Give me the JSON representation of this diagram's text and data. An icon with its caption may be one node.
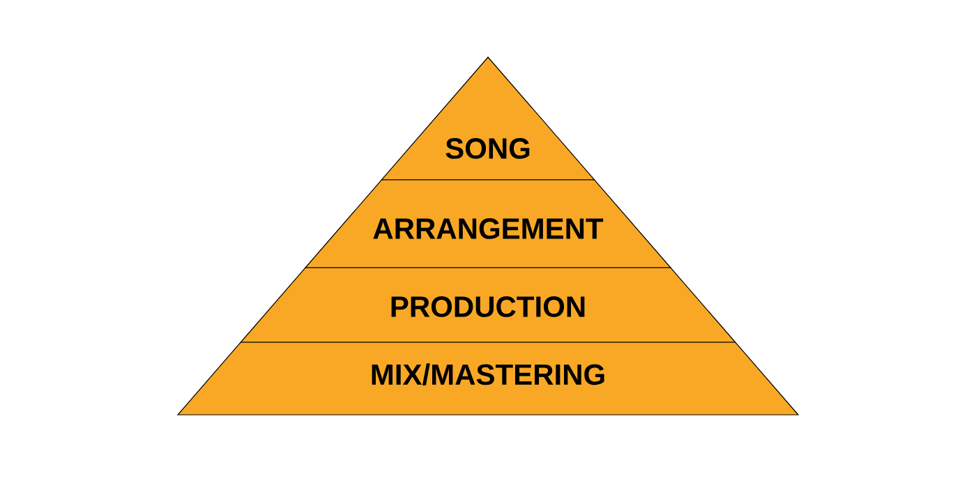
{
  "diagram": {
    "nodes": [
      {
        "text": [
          "SONG"
        ]
      },
      {
        "text": [
          "ARRANGEMENT"
        ]
      },
      {
        "text": [
          "PRODUCTION"
        ]
      },
      {
        "text": [
          "MIX/MASTERING"
        ]
      }
    ]
  }
}
